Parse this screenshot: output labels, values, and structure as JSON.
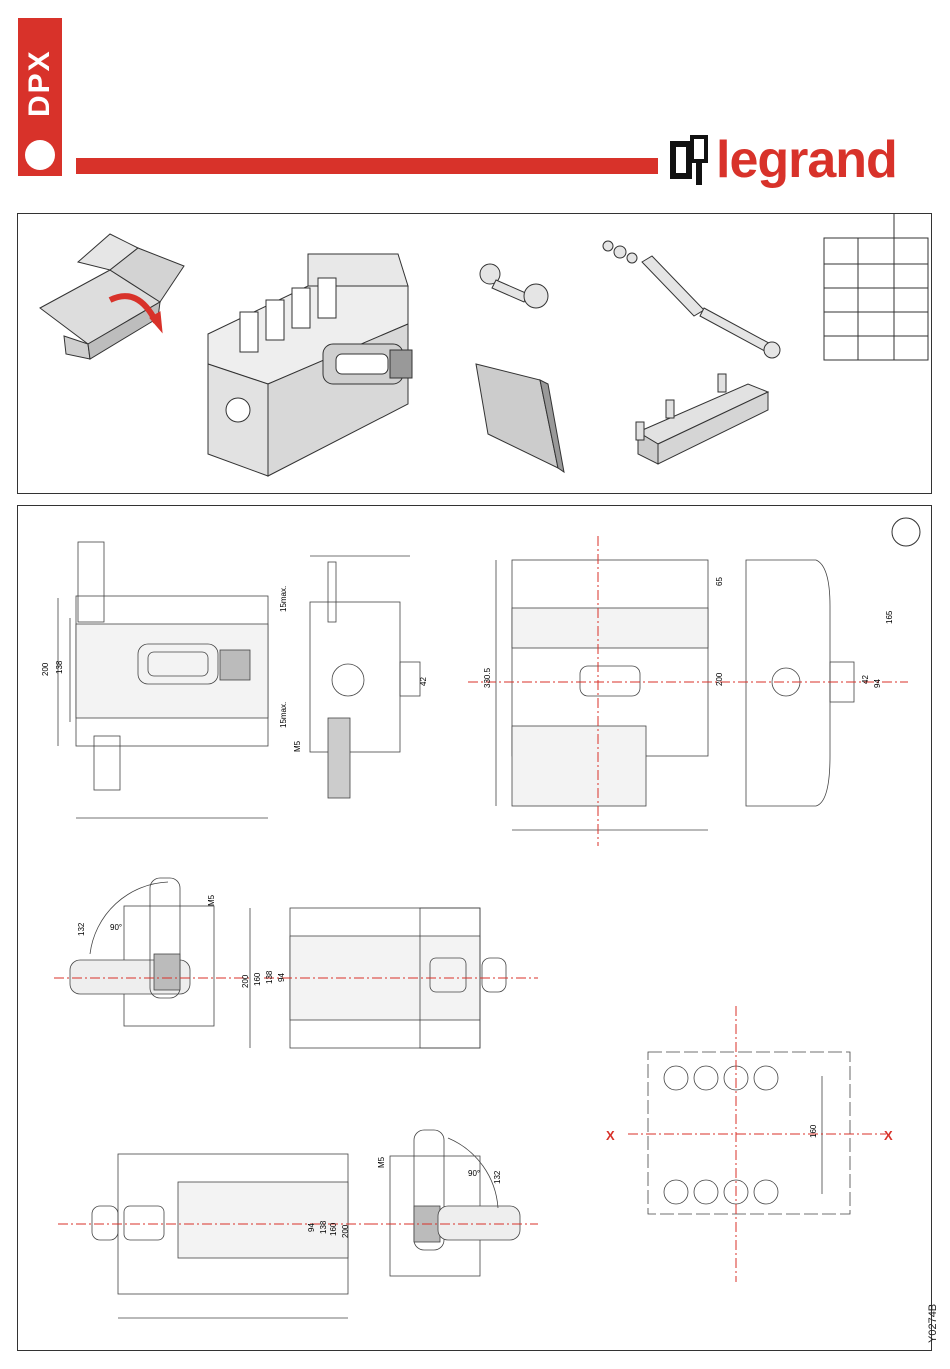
{
  "header": {
    "series_label": "DPX",
    "brand_name": "legrand",
    "accent_color": "#d8322a"
  },
  "icons": [
    "box-open-icon",
    "brand-mark-icon"
  ],
  "figures": {
    "front_view": {
      "dim_total": "200",
      "dim_inner": "138"
    },
    "side_view": {
      "dim_top": "15max.",
      "dim_bottom": "15max.",
      "dim_screw": "M5",
      "dim_knob": "42"
    },
    "rear_view": {
      "dim_total": "330.5",
      "dim_mid": "200",
      "dim_top": "65"
    },
    "right_view": {
      "dim_a": "165",
      "dim_b": "94",
      "dim_c": "42"
    },
    "left_handle_view": {
      "dim_a": "132",
      "dim_b": "90°",
      "dim_screw": "M5"
    },
    "front_handle_view": {
      "dim_a": "200",
      "dim_b": "160",
      "dim_c": "138",
      "dim_d": "94"
    },
    "bottom_front_view": {
      "dim_a": "94",
      "dim_b": "138",
      "dim_c": "160",
      "dim_d": "200"
    },
    "bottom_side_view": {
      "dim_a": "132",
      "dim_b": "90°",
      "dim_screw": "M5"
    },
    "drilling_template": {
      "axis_left": "X",
      "axis_right": "X",
      "dim_height": "160"
    }
  },
  "footer": {
    "doc_code": "Y0274B"
  }
}
